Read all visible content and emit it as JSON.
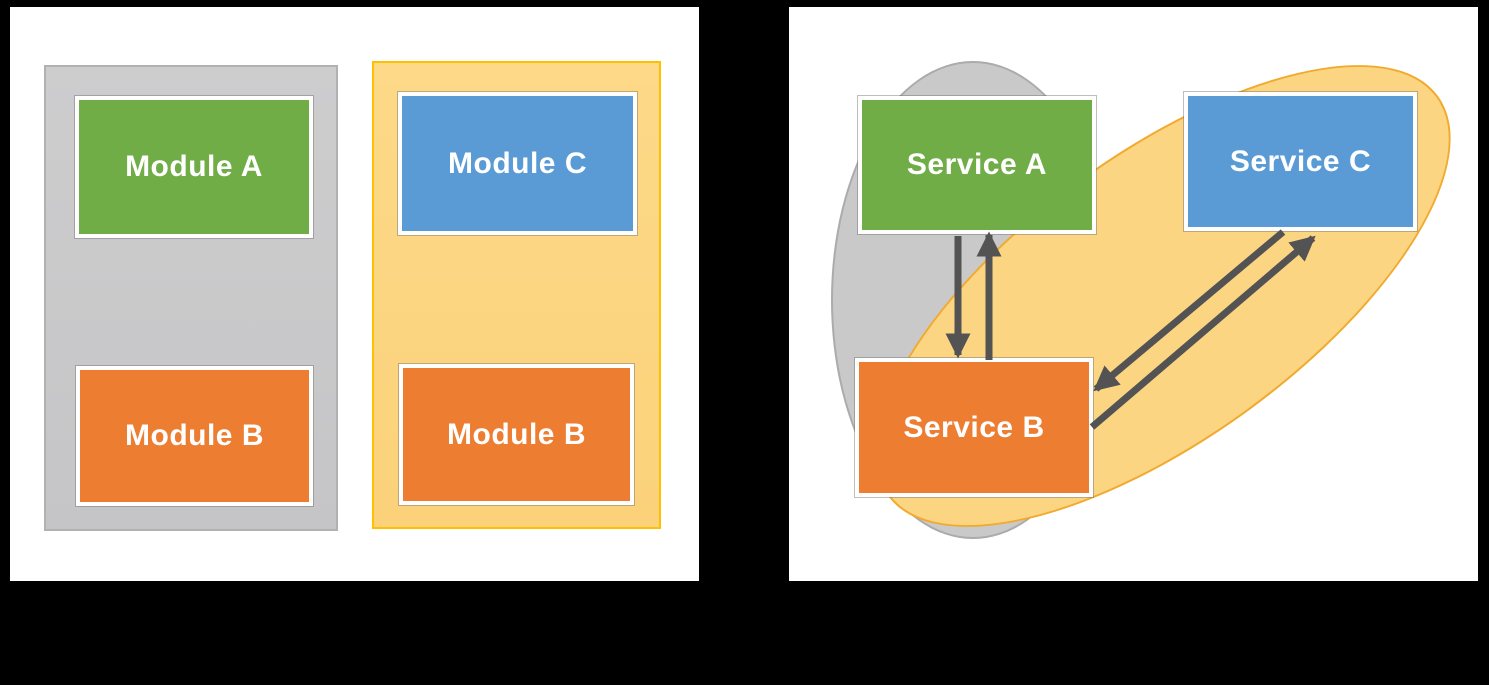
{
  "colors": {
    "background": "#000000",
    "panel": "#FFFFFF",
    "green": "#70AD47",
    "orange": "#ED7D31",
    "blue": "#5B9BD5",
    "yellow_fill": "#FCD583",
    "yellow_border": "#FFC000",
    "gray_fill": "#CACACB",
    "gray_ellipse_fill": "#C9C9C9",
    "arrow": "#535353",
    "label_text": "#FFFFFF"
  },
  "left_panel": {
    "gray_container": {
      "modules": [
        {
          "label": "Module A",
          "fill": "#70AD47"
        },
        {
          "label": "Module B",
          "fill": "#ED7D31"
        }
      ]
    },
    "yellow_container": {
      "modules": [
        {
          "label": "Module C",
          "fill": "#5B9BD5"
        },
        {
          "label": "Module B",
          "fill": "#ED7D31"
        }
      ]
    }
  },
  "right_panel": {
    "services": [
      {
        "label": "Service A",
        "fill": "#70AD47"
      },
      {
        "label": "Service C",
        "fill": "#5B9BD5"
      },
      {
        "label": "Service B",
        "fill": "#ED7D31"
      }
    ],
    "arrows": [
      {
        "from": "Service A",
        "to": "Service B"
      },
      {
        "from": "Service B",
        "to": "Service A"
      },
      {
        "from": "Service C",
        "to": "Service B"
      },
      {
        "from": "Service B",
        "to": "Service C"
      }
    ]
  }
}
